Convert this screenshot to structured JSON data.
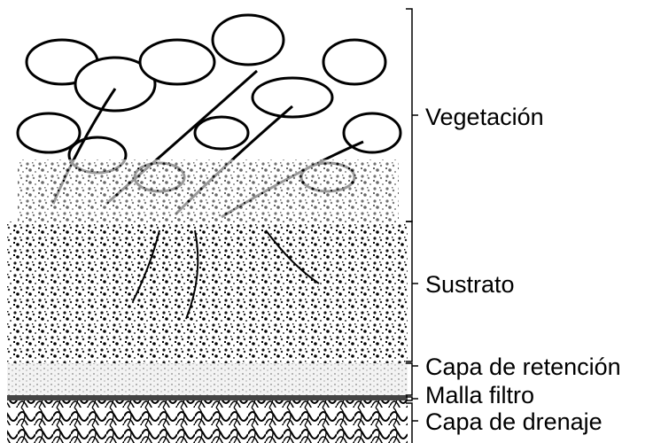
{
  "diagram": {
    "layers": [
      {
        "id": "vegetation",
        "label": "Vegetación"
      },
      {
        "id": "substrate",
        "label": "Sustrato"
      },
      {
        "id": "retention",
        "label": "Capa de retención"
      },
      {
        "id": "filter",
        "label": "Malla filtro"
      },
      {
        "id": "drainage",
        "label": "Capa de drenaje"
      }
    ]
  }
}
